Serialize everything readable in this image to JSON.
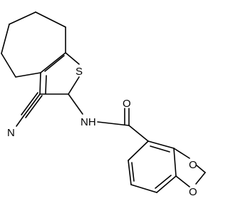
{
  "molecule": {
    "atoms": {
      "sulfur": "S",
      "nitrile_n": "N",
      "amide_nh": "NH",
      "carbonyl_o": "O",
      "dioxole_o_upper": "O",
      "dioxole_o_lower": "O"
    },
    "colors": {
      "ink": "#000000",
      "background": "#ffffff"
    }
  }
}
